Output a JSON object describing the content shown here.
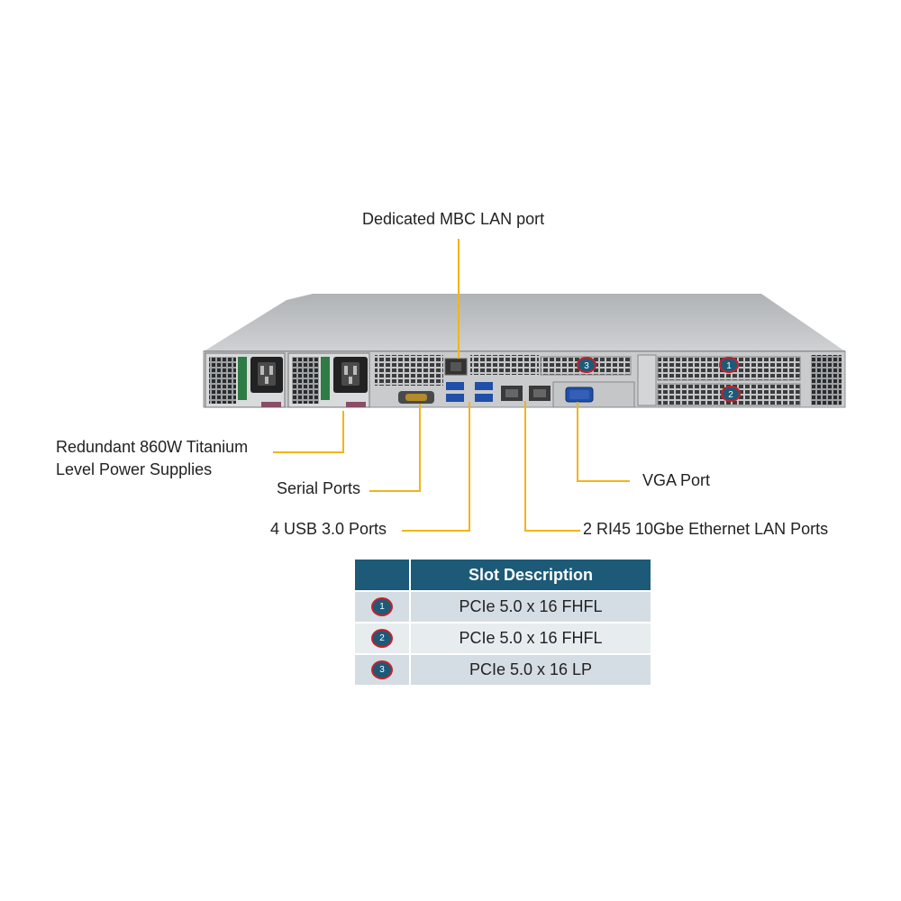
{
  "callouts": {
    "mbc_lan": "Dedicated MBC LAN port",
    "power_supplies": "Redundant 860W Titanium Level Power Supplies",
    "serial_ports": "Serial Ports",
    "usb_ports": "4 USB 3.0 Ports",
    "vga_port": "VGA Port",
    "ethernet_ports": "2 RI45 10Gbe Ethernet LAN Ports"
  },
  "chassis_badges": {
    "slot_1": "1",
    "slot_2": "2",
    "slot_3": "3"
  },
  "slot_table": {
    "header": "Slot Description",
    "rows": [
      {
        "num": "1",
        "desc": "PCIe 5.0 x 16 FHFL"
      },
      {
        "num": "2",
        "desc": "PCIe 5.0 x 16 FHFL"
      },
      {
        "num": "3",
        "desc": "PCIe 5.0 x 16 LP"
      }
    ]
  },
  "colors": {
    "leader_line": "#f2b418",
    "table_header": "#1c5a78",
    "badge_fill": "#1c5a78",
    "badge_ring": "#c8202a",
    "chassis": "#b7b9bb"
  }
}
